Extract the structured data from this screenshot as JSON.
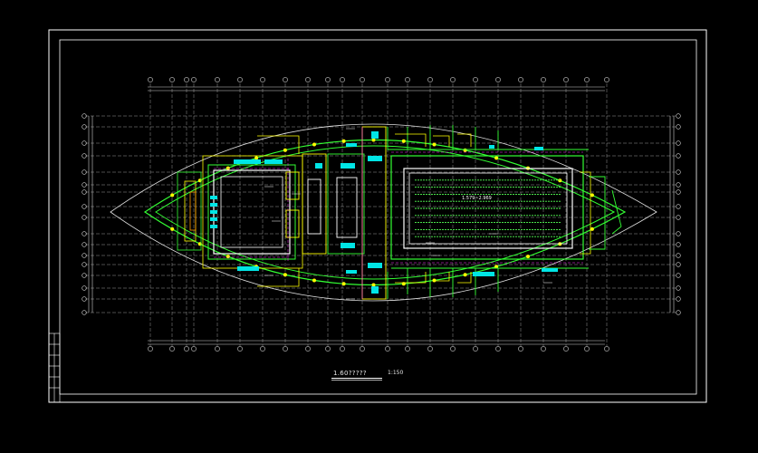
{
  "drawing": {
    "title": "1.60?????",
    "scale": "1:150",
    "pool_label": "1.579~2.969"
  },
  "colors": {
    "background": "#000000",
    "border": "#ffffff",
    "grid": "#d8d8d8",
    "wall_green": "#33ff33",
    "yellow": "#ffff00",
    "cyan": "#00e5e5",
    "magenta": "#ff33ff",
    "pool_lane": "#55ff55"
  }
}
